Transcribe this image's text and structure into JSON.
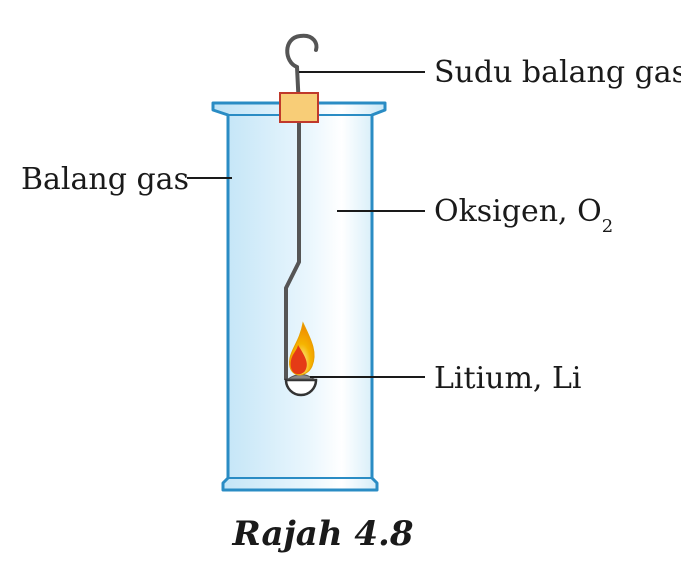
{
  "labels": {
    "spoon": "Sudu balang gas",
    "jar": "Balang gas",
    "oxygen": "Oksigen, O",
    "oxygen_subscript": "2",
    "lithium": "Litium, Li"
  },
  "caption": "Rajah 4.8",
  "colors": {
    "jar_fill": "#cdeaf8",
    "jar_stroke": "#2a8cc4",
    "cork": "#f8cd77",
    "cork_stroke": "#c0392b",
    "wire": "#555555",
    "flame_outer": "#f5b400",
    "flame_inner": "#e53b16"
  }
}
